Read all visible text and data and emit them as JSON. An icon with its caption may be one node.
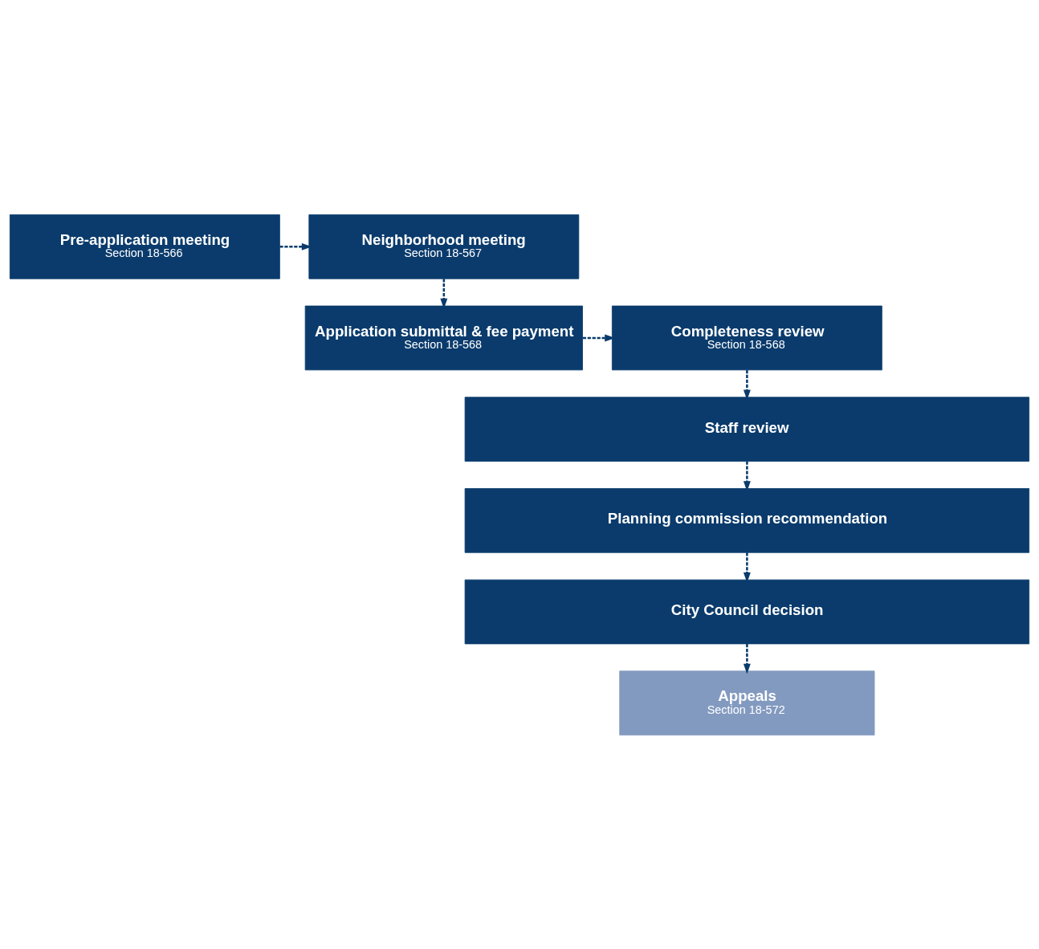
{
  "diagram": {
    "nodes": [
      {
        "text": [
          "Pre-application meeting",
          "Section 18-566"
        ]
      },
      {
        "text": [
          "Neighborhood meeting",
          "Section 18-567"
        ]
      },
      {
        "text": [
          "Completeness review",
          "Section 18-568"
        ]
      },
      {
        "text": [
          "Application submittal & fee payment",
          "Section 18-568"
        ]
      },
      {
        "text": [
          "Staff review"
        ]
      },
      {
        "text": [
          "Planning commission recommendation"
        ]
      },
      {
        "text": [
          "City Council decision"
        ]
      },
      {
        "text": [
          "Appeals",
          "Section 18-572"
        ]
      }
    ],
    "edges": [
      {
        "from": 0,
        "to": 1,
        "arrow": "to",
        "style": "dashed"
      },
      {
        "from": 1,
        "to": 3,
        "arrow": "to",
        "style": "dashed"
      },
      {
        "from": 3,
        "to": 2,
        "arrow": "to",
        "style": "dashed"
      },
      {
        "from": 2,
        "to": 4,
        "arrow": "to",
        "style": "dashed"
      },
      {
        "from": 4,
        "to": 5,
        "arrow": "to",
        "style": "dashed"
      },
      {
        "from": 5,
        "to": 6,
        "arrow": "to",
        "style": "dashed"
      },
      {
        "from": 6,
        "to": 7,
        "arrow": "to",
        "style": "dashed"
      }
    ]
  }
}
